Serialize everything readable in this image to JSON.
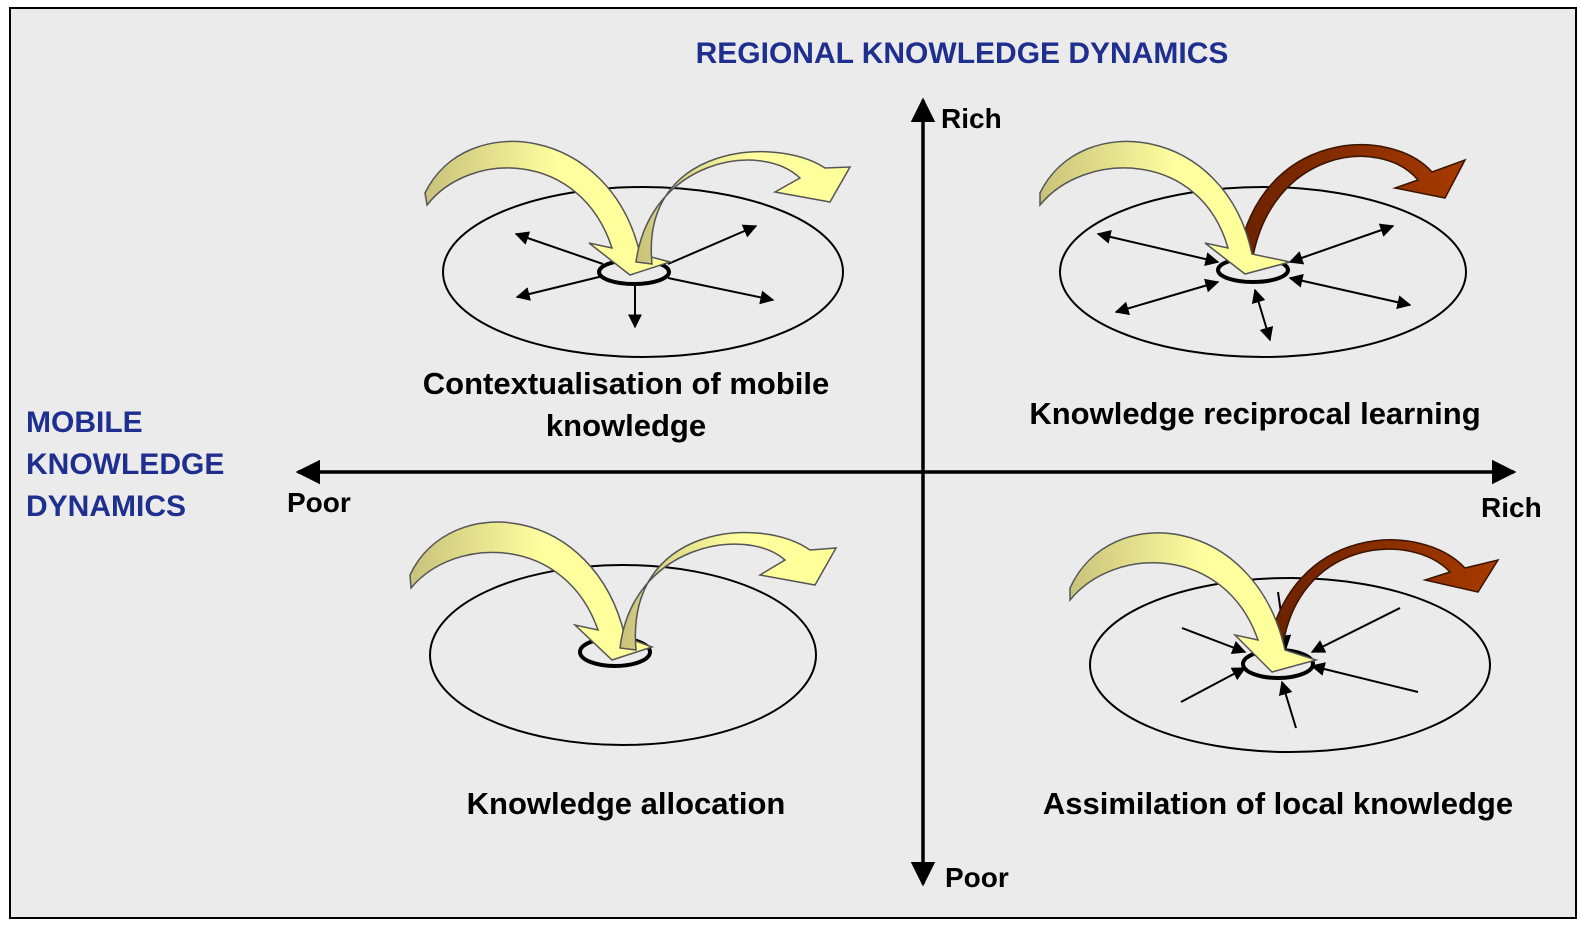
{
  "title": "REGIONAL KNOWLEDGE DYNAMICS",
  "side_title": [
    "MOBILE",
    "KNOWLEDGE",
    "DYNAMICS"
  ],
  "axes": {
    "vertical": {
      "top": "Rich",
      "bottom": "Poor"
    },
    "horizontal": {
      "left": "Poor",
      "right": "Rich"
    }
  },
  "quadrants": {
    "top_left": {
      "line1": "Contextualisation of mobile",
      "line2": "knowledge"
    },
    "top_right": {
      "label": "Knowledge reciprocal learning"
    },
    "bottom_left": {
      "label": "Knowledge allocation"
    },
    "bottom_right": {
      "label": "Assimilation of local knowledge"
    }
  },
  "colors": {
    "background": "#ebebeb",
    "title": "#1f2f8f",
    "arrow_incoming": "#ffff99",
    "arrow_incoming_tail": "#c9c27a",
    "arrow_outgoing_local": "#993300"
  }
}
